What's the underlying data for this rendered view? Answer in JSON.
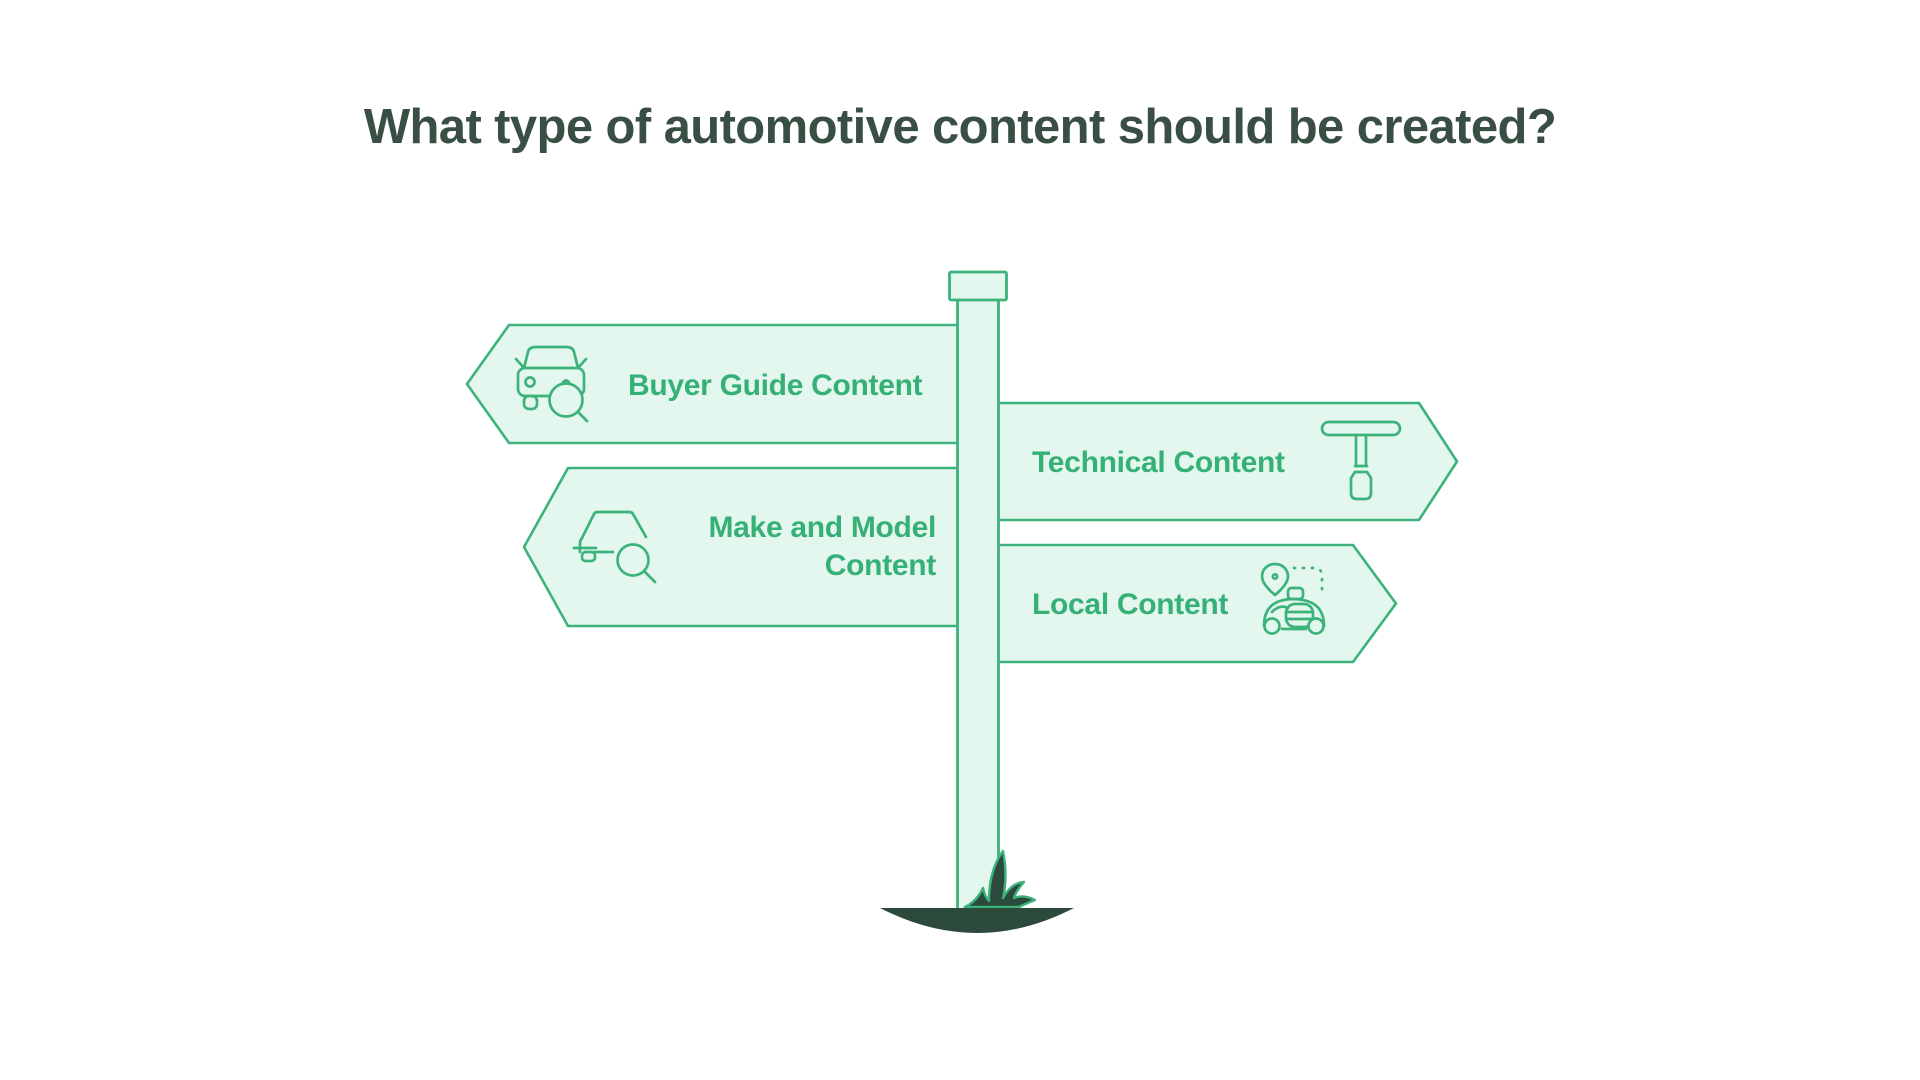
{
  "title": "What type of automotive content should be created?",
  "signs": [
    {
      "label": "Buyer Guide Content",
      "direction": "left",
      "icon": "car-front-search-icon"
    },
    {
      "label": "Technical Content",
      "direction": "right",
      "icon": "lug-wrench-icon"
    },
    {
      "label": "Make and Model Content",
      "label_lines": [
        "Make and Model",
        "Content"
      ],
      "direction": "left",
      "icon": "car-side-search-icon"
    },
    {
      "label": "Local Content",
      "direction": "right",
      "icon": "local-car-pin-icon"
    }
  ],
  "colors": {
    "background": "#ffffff",
    "sign_fill": "#e4f7ee",
    "sign_stroke": "#3cb37a",
    "label_text": "#35b077",
    "title_text": "#394f44",
    "ground_dark": "#2b4a3b"
  }
}
